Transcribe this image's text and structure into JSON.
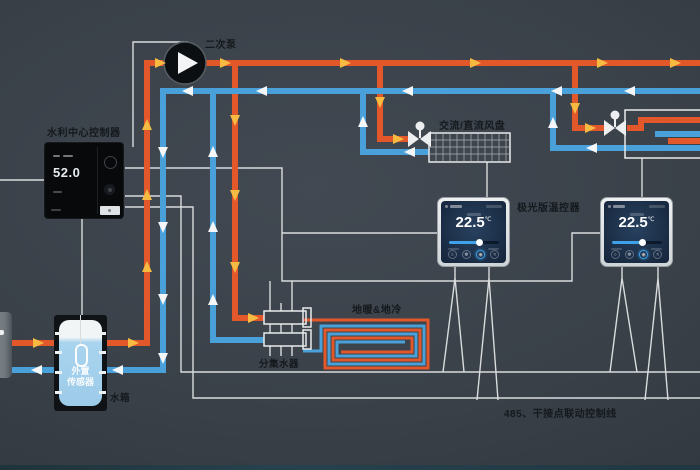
{
  "labels": {
    "secondary_pump": "二次泵",
    "hydraulic_controller": "水利中心控制器",
    "fan_coil": "交流/直流风盘",
    "thermostat": "极光版温控器",
    "floor_heating": "地暖&地冷",
    "manifold": "分集水器",
    "external_sensor_line1": "外置",
    "external_sensor_line2": "传感器",
    "water_tank": "水箱",
    "control_bus": "485、干接点联动控制线"
  },
  "controller": {
    "display_value": "52.0"
  },
  "thermostats": [
    {
      "temperature": "22.5",
      "unit": "℃"
    },
    {
      "temperature": "22.5",
      "unit": "℃"
    }
  ],
  "thermostat_icons": [
    "○",
    "❄",
    "◉",
    "≈"
  ],
  "colors": {
    "hot_pipe": "#e2582a",
    "cold_pipe": "#4aa0d8",
    "hot_arrow": "#f7bb42",
    "cold_arrow": "#f4f6f7",
    "wire": "#d9dcdd",
    "label_text": "#14191d",
    "thermostat_screen": "#1d3049",
    "slider_accent": "#3fa2e8"
  },
  "icons": {
    "pump": "play-triangle",
    "valve": "motorized-valve",
    "sensor": "capsule-sensor"
  }
}
